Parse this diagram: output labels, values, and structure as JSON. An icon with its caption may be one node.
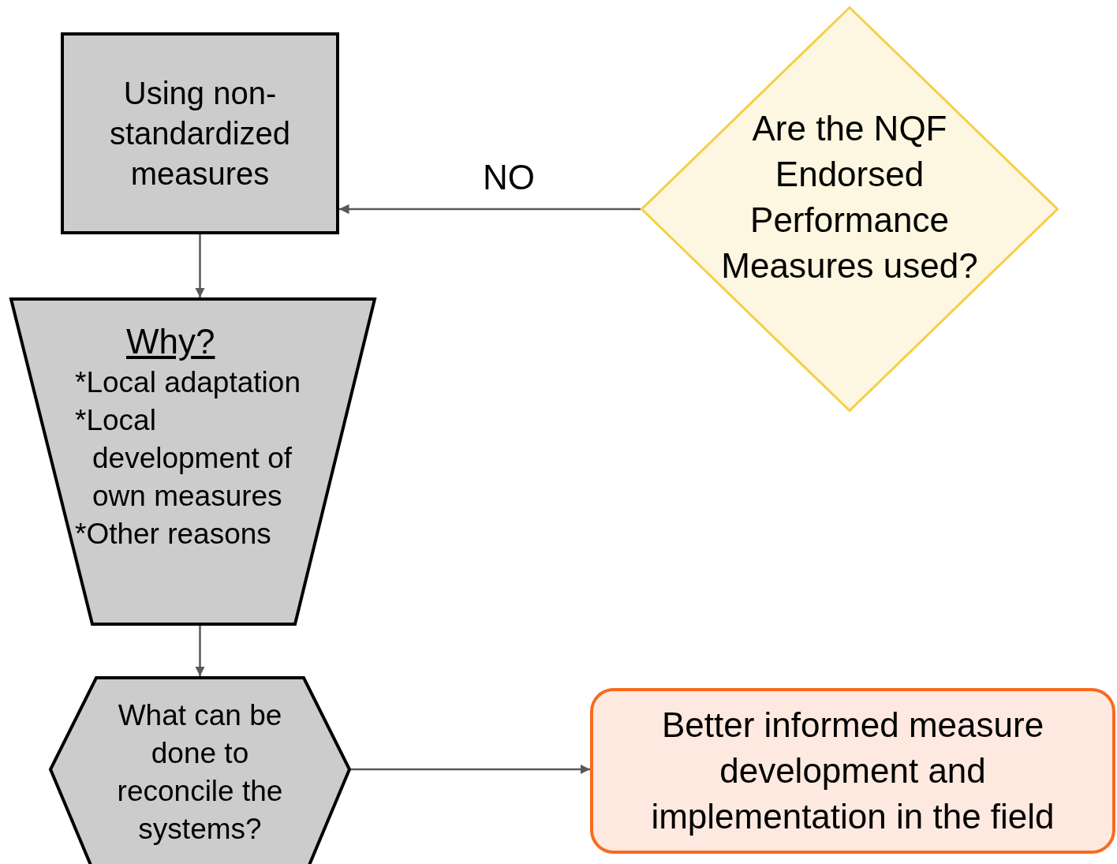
{
  "diagram": {
    "nodes": [
      {
        "text": [
          "Using non-standardized measures"
        ]
      },
      {
        "text": [
          "Are the NQF Endorsed Performance Measures used?"
        ]
      },
      {
        "text": [
          "Why?",
          "*Local adaptation",
          "*Local development of own measures",
          "*Other reasons"
        ]
      },
      {
        "text": [
          "What can be done to reconcile the systems?"
        ]
      },
      {
        "text": [
          "Better informed measure development and implementation in the field"
        ]
      }
    ],
    "edges": [
      {
        "from": 1,
        "to": 0,
        "arrow": "to",
        "label": "NO"
      },
      {
        "from": 0,
        "to": 2,
        "arrow": "to"
      },
      {
        "from": 2,
        "to": 3,
        "arrow": "to"
      },
      {
        "from": 3,
        "to": 4,
        "arrow": "to"
      }
    ]
  }
}
